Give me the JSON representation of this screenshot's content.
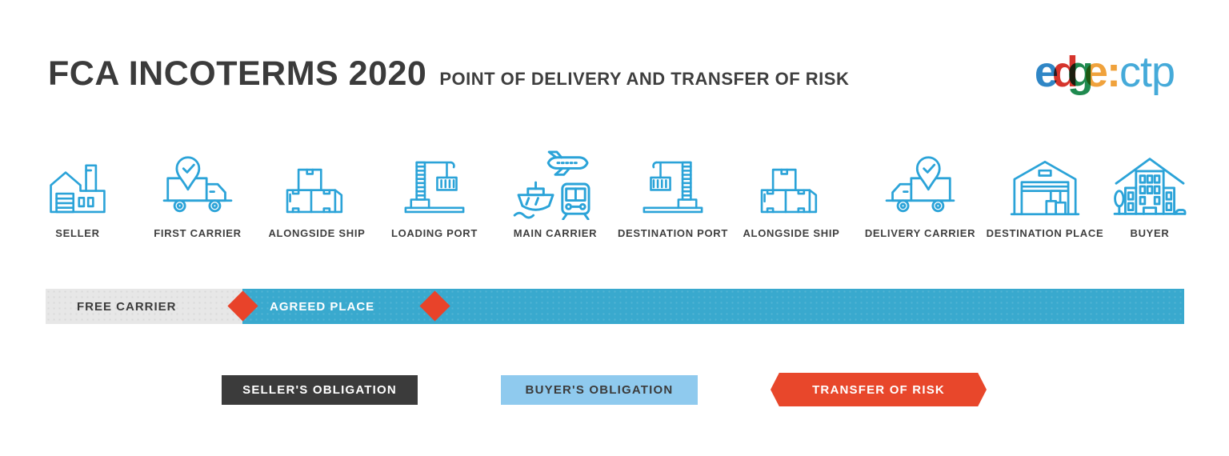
{
  "header": {
    "title": "FCA INCOTERMS 2020",
    "subtitle": "POINT OF DELIVERY AND TRANSFER OF RISK",
    "logo": {
      "e1": "e",
      "d": "d",
      "g": "g",
      "e2": "e",
      "colon": ":",
      "ctp": "ctp"
    }
  },
  "stations": [
    {
      "label": "SELLER",
      "icon": "factory-icon"
    },
    {
      "label": "FIRST CARRIER",
      "icon": "truck-pin-icon"
    },
    {
      "label": "ALONGSIDE SHIP",
      "icon": "boxes-icon"
    },
    {
      "label": "LOADING PORT",
      "icon": "crane-icon"
    },
    {
      "label": "MAIN CARRIER",
      "icon": "plane-ship-train-icon"
    },
    {
      "label": "DESTINATION PORT",
      "icon": "crane-mirrored-icon"
    },
    {
      "label": "ALONGSIDE SHIP",
      "icon": "boxes-icon"
    },
    {
      "label": "DELIVERY CARRIER",
      "icon": "delivery-truck-pin-icon"
    },
    {
      "label": "DESTINATION PLACE",
      "icon": "warehouse-icon"
    },
    {
      "label": "BUYER",
      "icon": "building-icon"
    }
  ],
  "timeline": {
    "free_carrier_label": "FREE CARRIER",
    "agreed_place_label": "AGREED PLACE",
    "colors": {
      "gray_segment": "#e7e7e7",
      "blue_segment": "#39a9ce",
      "diamond": "#e8432a"
    }
  },
  "legend": [
    {
      "label": "SELLER'S OBLIGATION",
      "bg": "#3b3b3b",
      "fg": "#ffffff"
    },
    {
      "label": "BUYER'S OBLIGATION",
      "bg": "#8fcaee",
      "fg": "#3b3b3b"
    },
    {
      "label": "TRANSFER OF RISK",
      "bg": "#e8472b",
      "fg": "#ffffff"
    }
  ],
  "colors": {
    "icon_stroke": "#2ba3d8",
    "title_text": "#3b3b3b"
  }
}
